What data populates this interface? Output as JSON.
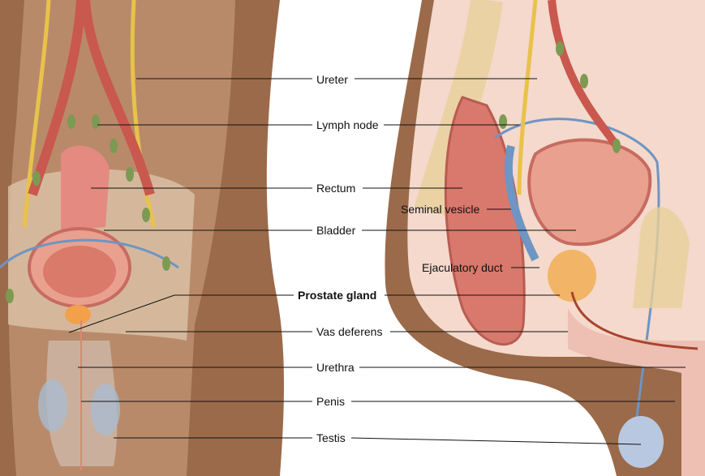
{
  "labels": {
    "ureter": "Ureter",
    "lymph_node": "Lymph node",
    "rectum": "Rectum",
    "bladder": "Bladder",
    "prostate_gland": "Prostate gland",
    "vas_deferens": "Vas deferens",
    "urethra": "Urethra",
    "penis": "Penis",
    "testis": "Testis",
    "seminal_vesicle": "Seminal vesicle",
    "ejaculatory_duct": "Ejaculatory duct"
  },
  "colors": {
    "skin": "#9b6a4a",
    "skin_light": "#c9a184",
    "tissue": "#f4d9cc",
    "organ": "#d9786c",
    "ureter": "#e8c24a",
    "vein": "#6e95c4",
    "node": "#7d9a52"
  }
}
